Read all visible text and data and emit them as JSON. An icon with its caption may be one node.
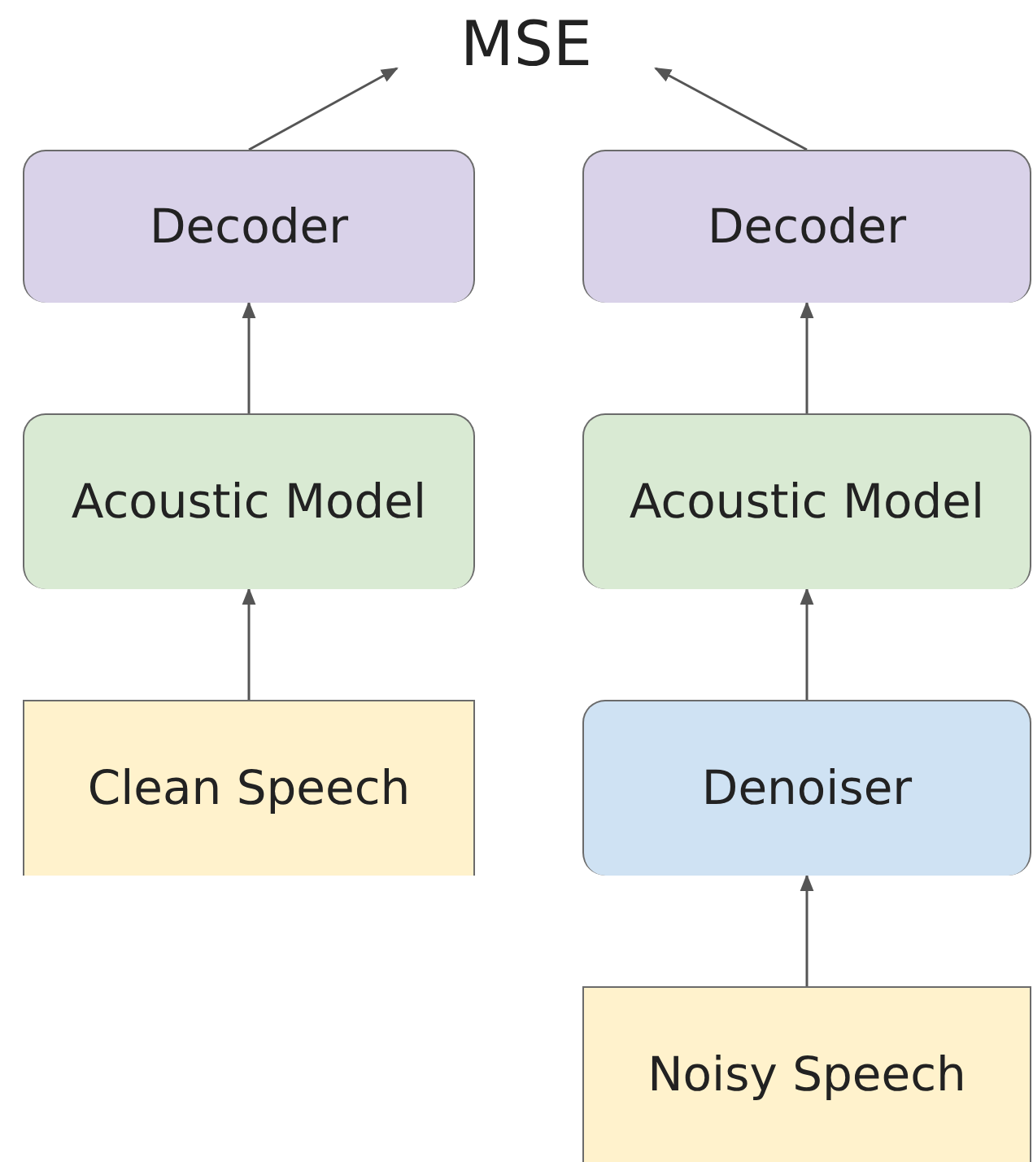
{
  "diagram": {
    "nodes": [
      {
        "text": [
          "MSE"
        ]
      },
      {
        "text": [
          "Decoder"
        ]
      },
      {
        "text": [
          "Decoder"
        ]
      },
      {
        "text": [
          "Acoustic Model"
        ]
      },
      {
        "text": [
          "Acoustic Model"
        ]
      },
      {
        "text": [
          "Clean Speech"
        ]
      },
      {
        "text": [
          "Denoiser"
        ]
      },
      {
        "text": [
          "Noisy Speech"
        ]
      }
    ],
    "edges": [
      {
        "from": 1,
        "to": 0,
        "arrow": "to"
      },
      {
        "from": 2,
        "to": 0,
        "arrow": "to"
      },
      {
        "from": 3,
        "to": 1,
        "arrow": "to"
      },
      {
        "from": 4,
        "to": 2,
        "arrow": "to"
      },
      {
        "from": 5,
        "to": 3,
        "arrow": "to"
      },
      {
        "from": 6,
        "to": 4,
        "arrow": "to"
      },
      {
        "from": 7,
        "to": 6,
        "arrow": "to"
      }
    ]
  }
}
